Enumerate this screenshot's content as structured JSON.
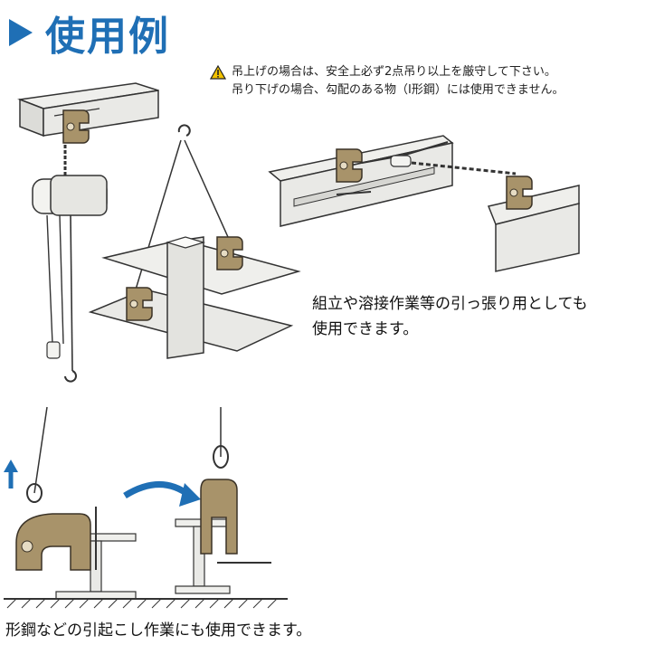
{
  "header": {
    "title": "使用例"
  },
  "notice": {
    "icon": "warning-icon",
    "line1": "吊上げの場合は、安全上必ず2点吊り以上を厳守して下さい。",
    "line2": "吊り下げの場合、勾配のある物（I形鋼）には使用できません。"
  },
  "captions": {
    "pulling_line1": "組立や溶接作業等の引っ張り用としても",
    "pulling_line2": "使用できます。",
    "lifting": "形鋼などの引起こし作業にも使用できます。"
  },
  "colors": {
    "accent": "#1f6fb5",
    "clamp": "#a8936a",
    "steel": "#e9e9e6",
    "warning": "#f2c200"
  }
}
